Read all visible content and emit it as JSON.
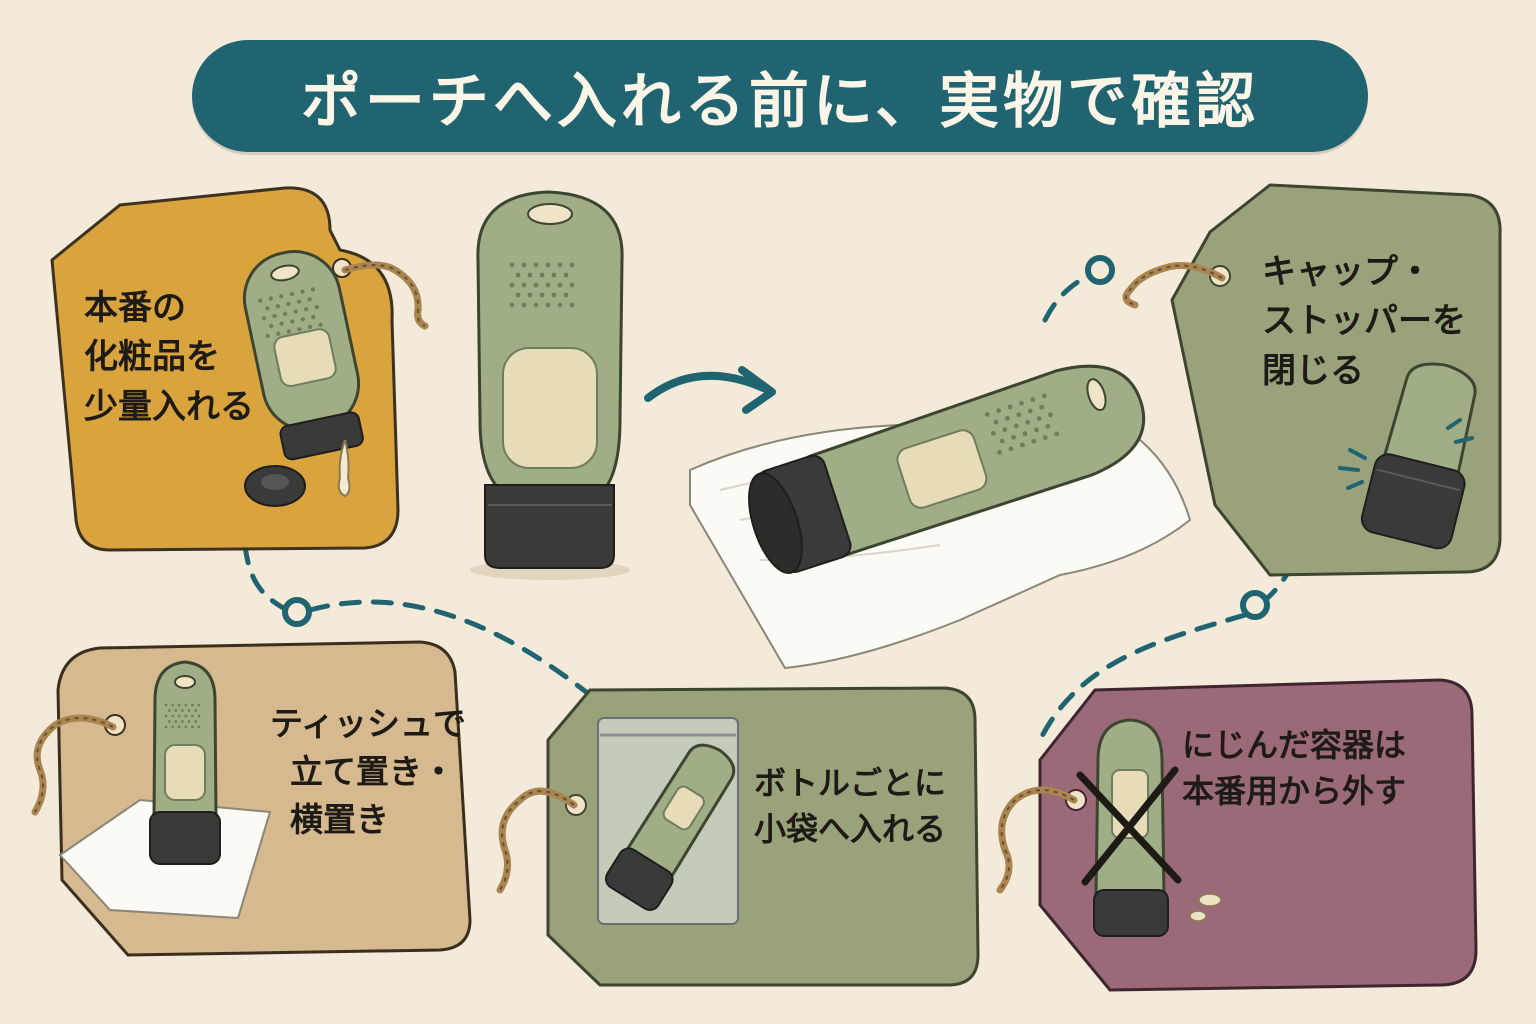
{
  "title": "ポーチへ入れる前に、実物で確認",
  "colors": {
    "background": "#f3ead9",
    "banner": "#1f6470",
    "tag_orange": "#d9a33a",
    "tag_green": "#9aa27b",
    "tag_tan": "#d6b98f",
    "tag_plum": "#9a6a79",
    "bottle": "#9fae86",
    "cap": "#3a3a38",
    "dashed_line": "#1f6470"
  },
  "steps": [
    {
      "id": "fill",
      "icon": "pour-bottle-icon",
      "lines": [
        "本番の",
        "化粧品を",
        "少量入れる"
      ]
    },
    {
      "id": "close",
      "icon": "capped-bottle-icon",
      "lines": [
        "キャップ・",
        "ストッパーを",
        "閉じる"
      ]
    },
    {
      "id": "tissue",
      "icon": "standing-bottle-on-tissue-icon",
      "lines": [
        "ティッシュで",
        "立て置き・",
        "横置き"
      ]
    },
    {
      "id": "bag",
      "icon": "bottle-in-bag-icon",
      "lines": [
        "ボトルごとに",
        "小袋へ入れる"
      ]
    },
    {
      "id": "reject",
      "icon": "crossed-leaking-bottle-icon",
      "lines": [
        "にじんだ容器は",
        "本番用から外す"
      ]
    }
  ],
  "center_illustrations": [
    "standing-bottle-icon",
    "arrow-icon",
    "bottle-on-tissue-icon"
  ]
}
